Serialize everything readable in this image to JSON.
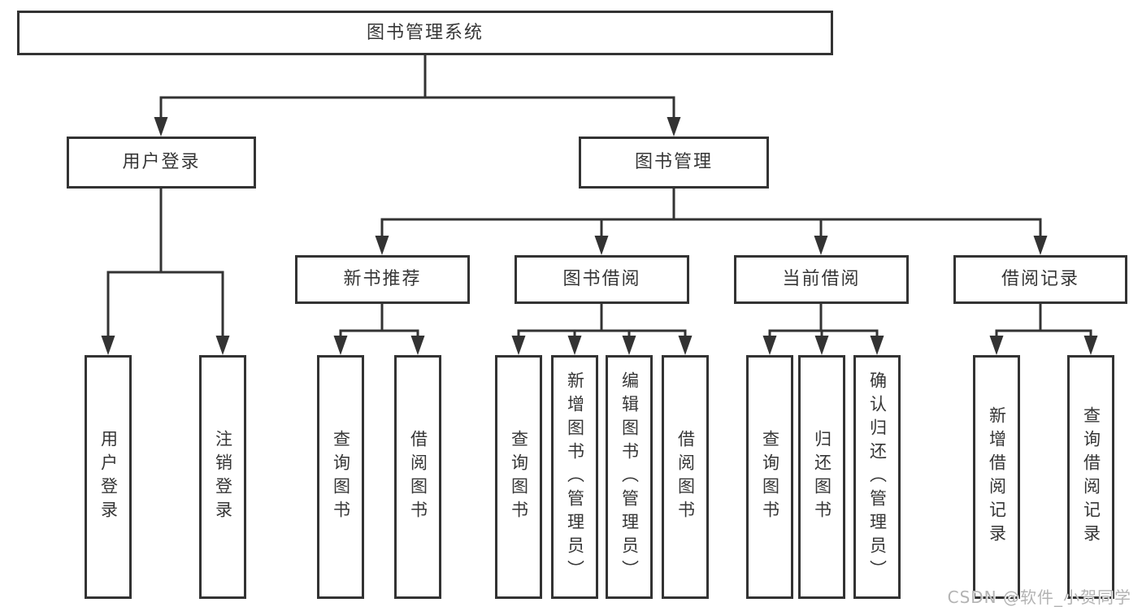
{
  "diagram": {
    "title": "图书管理系统",
    "root": {
      "label": "图书管理系统"
    },
    "level2": [
      {
        "id": "user-login",
        "label": "用户登录",
        "parent": "图书管理系统"
      },
      {
        "id": "book-mgmt",
        "label": "图书管理",
        "parent": "图书管理系统"
      }
    ],
    "level3": [
      {
        "id": "new-book-rec",
        "label": "新书推荐",
        "parent": "图书管理"
      },
      {
        "id": "book-borrow",
        "label": "图书借阅",
        "parent": "图书管理"
      },
      {
        "id": "current-borrow",
        "label": "当前借阅",
        "parent": "图书管理"
      },
      {
        "id": "borrow-records",
        "label": "借阅记录",
        "parent": "图书管理"
      }
    ],
    "leaves": [
      {
        "label": "用户登录",
        "parent": "用户登录"
      },
      {
        "label": "注销登录",
        "parent": "用户登录"
      },
      {
        "label": "查询图书",
        "parent": "新书推荐"
      },
      {
        "label": "借阅图书",
        "parent": "新书推荐"
      },
      {
        "label": "查询图书",
        "parent": "图书借阅"
      },
      {
        "label": "新增图书（管理员）",
        "parent": "图书借阅"
      },
      {
        "label": "编辑图书（管理员）",
        "parent": "图书借阅"
      },
      {
        "label": "借阅图书",
        "parent": "图书借阅"
      },
      {
        "label": "查询图书",
        "parent": "当前借阅"
      },
      {
        "label": "归还图书",
        "parent": "当前借阅"
      },
      {
        "label": "确认归还（管理员）",
        "parent": "当前借阅"
      },
      {
        "label": "新增借阅记录",
        "parent": "借阅记录"
      },
      {
        "label": "查询借阅记录",
        "parent": "借阅记录"
      }
    ],
    "watermark": "CSDN @软件_小贺同学",
    "colors": {
      "line": "#333333",
      "text": "#363636",
      "watermark": "#b3b3b3",
      "background": "#ffffff"
    }
  }
}
